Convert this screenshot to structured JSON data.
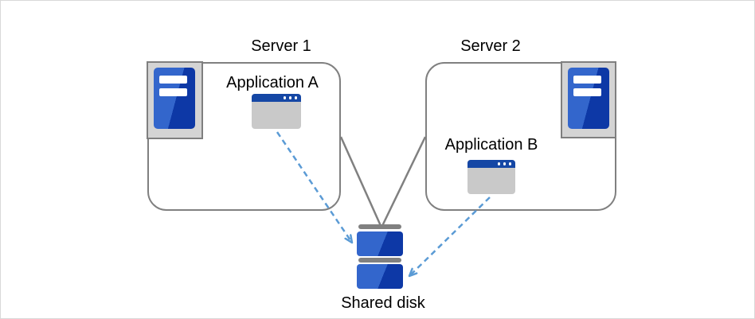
{
  "nodes": {
    "server1": {
      "label": "Server 1",
      "icon": "tower-server-icon",
      "application": {
        "label": "Application A",
        "icon": "application-window-icon"
      }
    },
    "server2": {
      "label": "Server 2",
      "icon": "tower-server-icon",
      "application": {
        "label": "Application B",
        "icon": "application-window-icon"
      }
    },
    "shared_disk": {
      "label": "Shared disk",
      "icon": "disk-stack-icon"
    }
  },
  "connections": [
    {
      "from": "server1-box",
      "to": "shared-disk",
      "style": "solid-line",
      "color": "#808080"
    },
    {
      "from": "server2-box",
      "to": "shared-disk",
      "style": "solid-line",
      "color": "#808080"
    },
    {
      "from": "application-a",
      "to": "shared-disk",
      "style": "dashed-arrow",
      "color": "#5B9BD5"
    },
    {
      "from": "application-b",
      "to": "shared-disk",
      "style": "dashed-arrow",
      "color": "#5B9BD5"
    }
  ],
  "colors": {
    "background": "#FFFFFF",
    "page_border": "#D9D9D9",
    "box_border": "#808080",
    "icon_frame_fill": "#D4D4D4",
    "icon_frame_border": "#7F7F7F",
    "icon_blue_light": "#3366CC",
    "icon_blue_dark": "#0D38A6",
    "window_titlebar_blue": "#1547A5",
    "window_body_gray": "#C9C9C9",
    "disk_bar_gray": "#808080",
    "connector_gray": "#808080",
    "arrow_blue": "#5B9BD5",
    "text": "#000000"
  }
}
